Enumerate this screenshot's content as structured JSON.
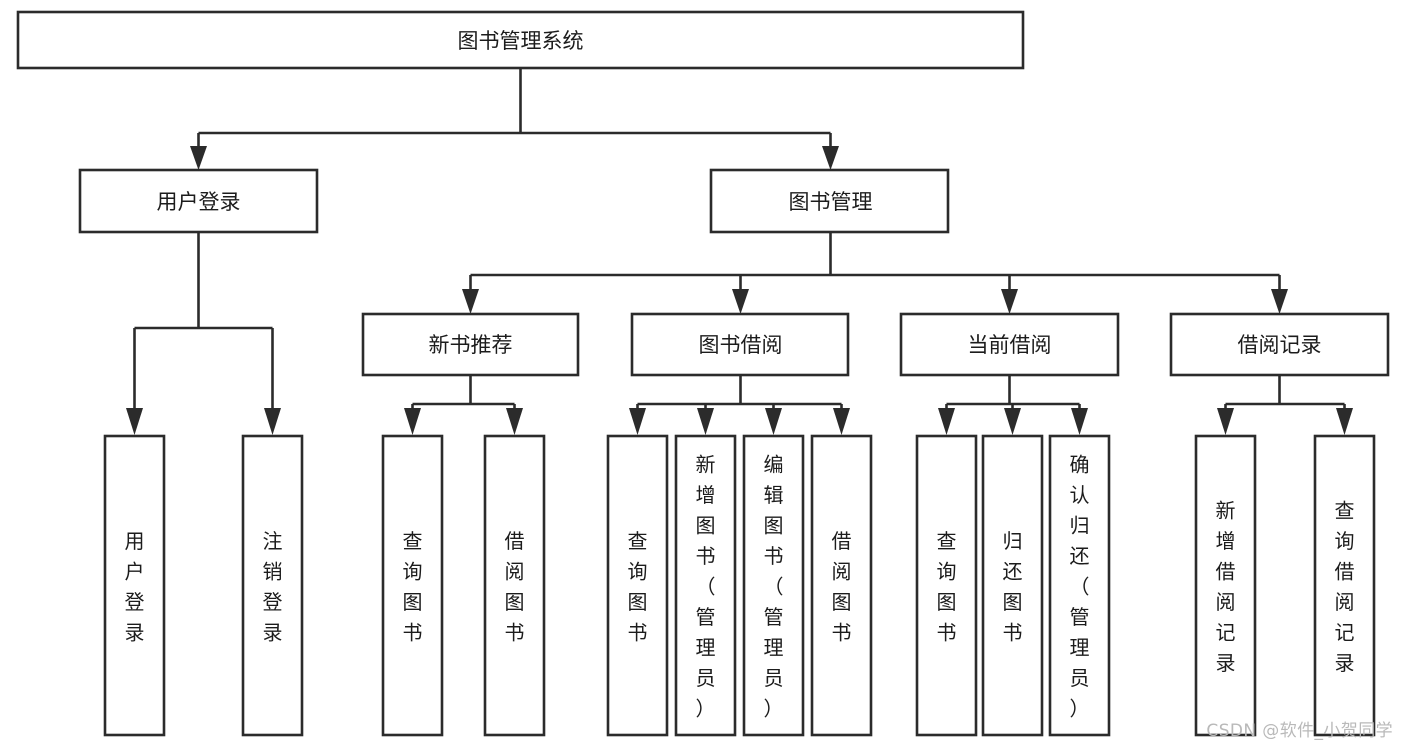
{
  "diagram": {
    "title": "图书管理系统",
    "type": "tree-hierarchy",
    "watermark": "CSDN @软件_小贺同学",
    "colors": {
      "stroke": "#2b2b2b",
      "box_fill": "#ffffff",
      "text": "#1c1c1c",
      "background": "#ffffff",
      "watermark": "#b9b9b9"
    },
    "root": {
      "label": "图书管理系统"
    },
    "level2": [
      {
        "label": "用户登录"
      },
      {
        "label": "图书管理"
      }
    ],
    "level3": [
      {
        "label": "新书推荐"
      },
      {
        "label": "图书借阅"
      },
      {
        "label": "当前借阅"
      },
      {
        "label": "借阅记录"
      }
    ],
    "leaves": {
      "user_login": [
        {
          "label": "用户登录"
        },
        {
          "label": "注销登录"
        }
      ],
      "new_book": [
        {
          "label": "查询图书"
        },
        {
          "label": "借阅图书"
        }
      ],
      "book_borrow": [
        {
          "label": "查询图书"
        },
        {
          "label": "新增图书（管理员）"
        },
        {
          "label": "编辑图书（管理员）"
        },
        {
          "label": "借阅图书"
        }
      ],
      "current_borrow": [
        {
          "label": "查询图书"
        },
        {
          "label": "归还图书"
        },
        {
          "label": "确认归还（管理员）"
        }
      ],
      "borrow_record": [
        {
          "label": "新增借阅记录"
        },
        {
          "label": "查询借阅记录"
        }
      ]
    }
  }
}
